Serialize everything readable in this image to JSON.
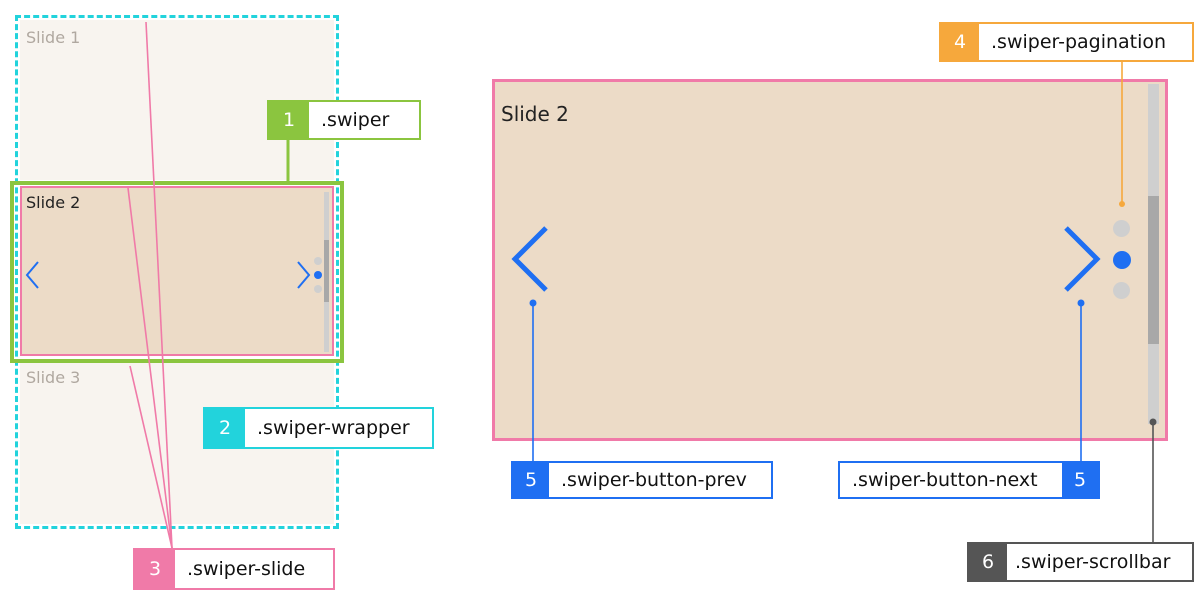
{
  "colors": {
    "swiper": "#8bc53f",
    "wrapper": "#22d3dc",
    "slide": "#f07aa8",
    "pagination": "#f6a83c",
    "button": "#1f6ff2",
    "scrollbar": "#555555",
    "slide_fill": "#ecdbc7",
    "slide_fill_faded": "#f8f4ef"
  },
  "small_diagram": {
    "slides": [
      "Slide 1",
      "Slide 2",
      "Slide 3"
    ]
  },
  "large_diagram": {
    "slide_label": "Slide 2"
  },
  "callouts": [
    {
      "number": "1",
      "label": ".swiper"
    },
    {
      "number": "2",
      "label": ".swiper-wrapper"
    },
    {
      "number": "3",
      "label": ".swiper-slide"
    },
    {
      "number": "4",
      "label": ".swiper-pagination"
    },
    {
      "number": "5",
      "label": ".swiper-button-prev"
    },
    {
      "number": "5",
      "label": ".swiper-button-next"
    },
    {
      "number": "6",
      "label": ".swiper-scrollbar"
    }
  ],
  "icons": [
    "chevron-left-icon",
    "chevron-right-icon"
  ]
}
